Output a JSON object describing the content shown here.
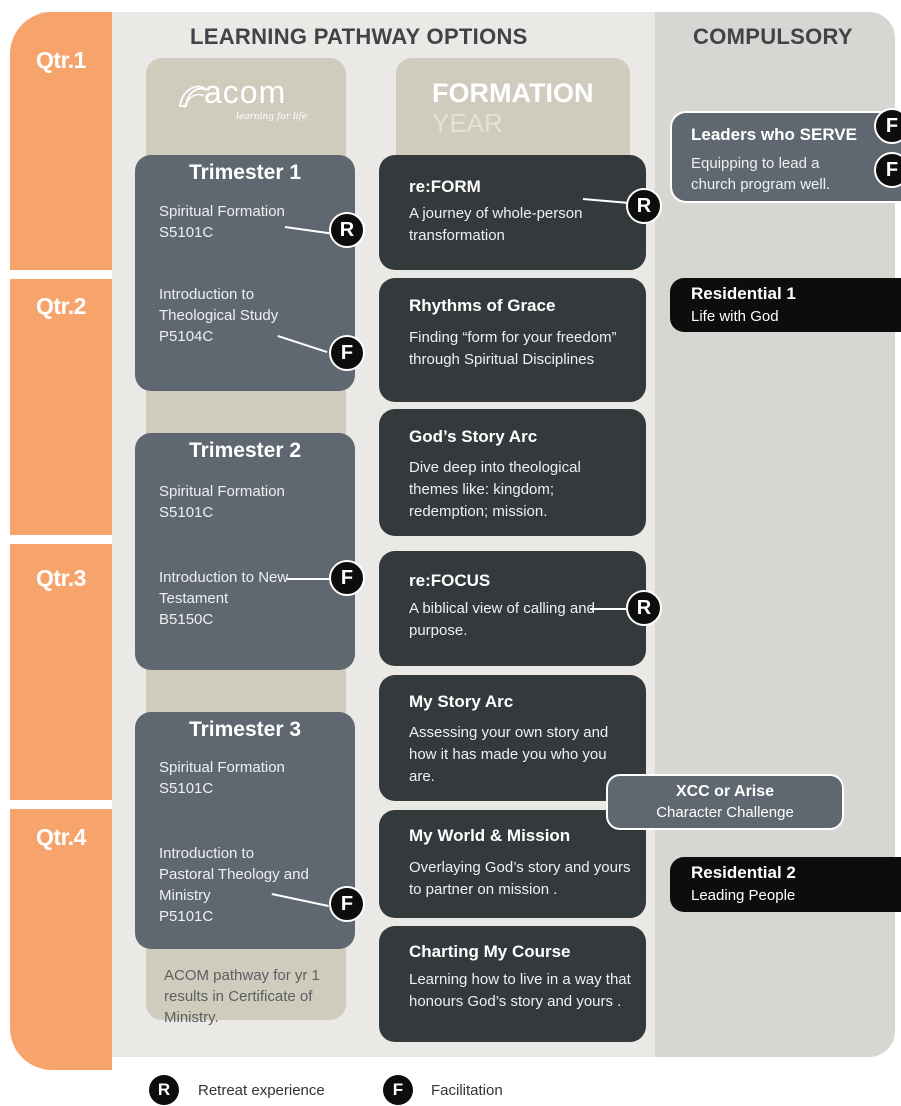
{
  "headers": {
    "pathway": "LEARNING PATHWAY OPTIONS",
    "compulsory": "COMPULSORY"
  },
  "quarters": [
    "Qtr.1",
    "Qtr.2",
    "Qtr.3",
    "Qtr.4"
  ],
  "acom": {
    "logo_text": "acom",
    "tagline": "learning for life",
    "trimesters": [
      {
        "title": "Trimester 1",
        "courses": [
          {
            "name": "Spiritual Formation",
            "code": "S5101C",
            "badge": "R"
          },
          {
            "name": "Introduction to Theological Study",
            "code": "P5104C",
            "badge": "F"
          }
        ]
      },
      {
        "title": "Trimester 2",
        "courses": [
          {
            "name": "Spiritual Formation",
            "code": "S5101C",
            "badge": ""
          },
          {
            "name": "Introduction to New Testament",
            "code": "B5150C",
            "badge": "F"
          }
        ]
      },
      {
        "title": "Trimester 3",
        "courses": [
          {
            "name": "Spiritual Formation",
            "code": "S5101C",
            "badge": ""
          },
          {
            "name": "Introduction to Pastoral Theology and Ministry",
            "code": "P5101C",
            "badge": "F"
          }
        ]
      }
    ],
    "note": "ACOM pathway for yr 1 results in Certificate of Ministry."
  },
  "formation": {
    "title": "FORMATION",
    "subtitle": "YEAR",
    "cards": [
      {
        "title": "re:FORM",
        "desc": "A journey of whole-person transformation",
        "badge": "R"
      },
      {
        "title": "Rhythms of Grace",
        "desc": "Finding “form for your freedom” through Spiritual Disciplines",
        "badge": ""
      },
      {
        "title": "God’s Story Arc",
        "desc": "Dive deep into theological themes like: kingdom; redemption; mission.",
        "badge": ""
      },
      {
        "title": "re:FOCUS",
        "desc": "A biblical view of calling and purpose.",
        "badge": "R"
      },
      {
        "title": "My Story Arc",
        "desc": "Assessing your own story and how it has made you who you are.",
        "badge": ""
      },
      {
        "title": "My World & Mission",
        "desc": "Overlaying God’s story and yours to partner on mission .",
        "badge": ""
      },
      {
        "title": "Charting My Course",
        "desc": "Learning how to live in a way that honours God’s story and yours .",
        "badge": ""
      }
    ]
  },
  "compulsory": {
    "leaders": {
      "title": "Leaders who SERVE",
      "desc": "Equipping to lead a church program well.",
      "badges": [
        "F",
        "F"
      ]
    },
    "residential1": {
      "title": "Residential 1",
      "subtitle": "Life with God"
    },
    "xcc": {
      "title": "XCC or Arise",
      "subtitle": "Character Challenge"
    },
    "residential2": {
      "title": "Residential 2",
      "subtitle": "Leading People"
    }
  },
  "legend": [
    {
      "badge": "R",
      "label": "Retreat experience"
    },
    {
      "badge": "F",
      "label": "Facilitation"
    }
  ],
  "colors": {
    "quarter_orange": "#f6a46b",
    "card_grey": "#5f6870",
    "card_dark": "#34393c",
    "column_beige": "#cfccbd",
    "badge_black": "#0d0d0d"
  }
}
